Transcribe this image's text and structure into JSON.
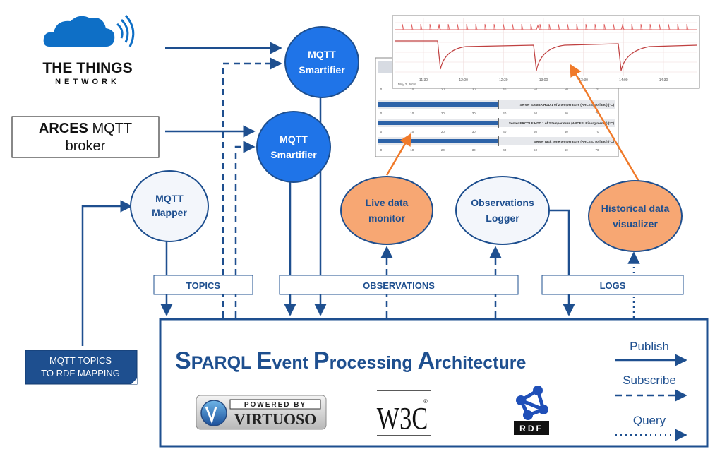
{
  "sources": {
    "ttn_line1": "THE THINGS",
    "ttn_line2": "NETWORK",
    "arces_bold": "ARCES",
    "arces_rest": " MQTT",
    "arces_line2": "broker"
  },
  "nodes": {
    "smartifier_top": [
      "MQTT",
      "Smartifier"
    ],
    "smartifier_bottom": [
      "MQTT",
      "Smartifier"
    ],
    "mapper": [
      "MQTT",
      "Mapper"
    ],
    "live_monitor": [
      "Live data",
      "monitor"
    ],
    "logger": [
      "Observations",
      "Logger"
    ],
    "historical": [
      "Historical data",
      "visualizer"
    ]
  },
  "bars": {
    "topics": "TOPICS",
    "observations": "OBSERVATIONS",
    "logs": "LOGS"
  },
  "mapping_box": [
    "MQTT TOPICS",
    "TO RDF MAPPING"
  ],
  "sepa": {
    "title_parts": [
      {
        "initial": "S",
        "rest": "PARQL "
      },
      {
        "initial": "E",
        "rest": "vent "
      },
      {
        "initial": "P",
        "rest": "rocessing "
      },
      {
        "initial": "A",
        "rest": "rchitecture"
      }
    ]
  },
  "legend": {
    "publish": "Publish",
    "subscribe": "Subscribe",
    "query": "Query"
  },
  "logos": {
    "virtuoso_top": "POWERED BY",
    "virtuoso_main": "VIRTUOSO",
    "w3c": "W3C",
    "w3c_mark": "®",
    "rdf": "RDF"
  },
  "monitor_screenshot": {
    "ticks": [
      "0",
      "10",
      "20",
      "30",
      "40",
      "50",
      "60",
      "70"
    ],
    "rows": [
      "Server SAMBA HDD 1 of 2 temperature (ARCES, Toffano) (°C)",
      "Server ERCOLE HDD 1 of 2 temperature (ARCES, Risorgimento) (°C)",
      "Server rack zone temperature (ARCES, Toffano) (°C)"
    ]
  },
  "history_screenshot": {
    "x_ticks": [
      "11:30",
      "12:00",
      "12:30",
      "13:00",
      "13:30",
      "14:00",
      "14:30"
    ],
    "date": "May 2, 2018"
  },
  "colors": {
    "blue_dark": "#1e4f8f",
    "blue_fill": "#1f74e8",
    "orange_fill": "#f7a773",
    "orange_line": "#f07a2a"
  }
}
